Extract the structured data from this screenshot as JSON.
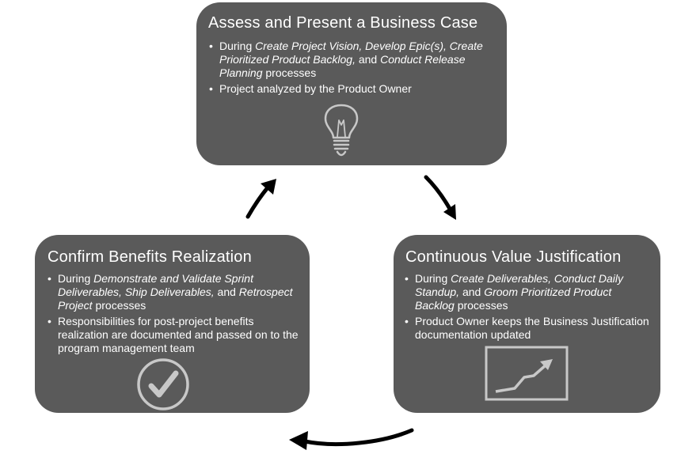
{
  "boxes": {
    "assess": {
      "title": "Assess and Present a Business Case",
      "bullet1": [
        {
          "t": "During ",
          "i": false
        },
        {
          "t": "Create Project Vision, Develop Epic(s), Create Prioritized Product Backlog,",
          "i": true
        },
        {
          "t": " and ",
          "i": false
        },
        {
          "t": "Conduct Release Planning",
          "i": true
        },
        {
          "t": " processes",
          "i": false
        }
      ],
      "bullet2": "Project analyzed by the Product Owner",
      "icon": "light-bulb-icon"
    },
    "continuous": {
      "title": "Continuous Value Justification",
      "bullet1": [
        {
          "t": "During ",
          "i": false
        },
        {
          "t": "Create Deliverables, Conduct Daily Standup,",
          "i": true
        },
        {
          "t": " and ",
          "i": false
        },
        {
          "t": "Groom Prioritized Product Backlog",
          "i": true
        },
        {
          "t": " processes",
          "i": false
        }
      ],
      "bullet2": "Product Owner keeps the Business Justification documentation updated",
      "icon": "trend-chart-icon"
    },
    "confirm": {
      "title": "Confirm Benefits Realization",
      "bullet1": [
        {
          "t": "During ",
          "i": false
        },
        {
          "t": "Demonstrate and Validate Sprint Deliverables, Ship Deliverables,",
          "i": true
        },
        {
          "t": " and ",
          "i": false
        },
        {
          "t": "Retrospect Project",
          "i": true
        },
        {
          "t": " processes",
          "i": false
        }
      ],
      "bullet2": "Responsibilities for post-project benefits realization are documented and passed on to the program management team",
      "icon": "checkmark-icon"
    }
  },
  "colors": {
    "box": "#5a5a5a",
    "text": "#ffffff",
    "arrow": "#000000",
    "icon": "#c8c8c8"
  }
}
